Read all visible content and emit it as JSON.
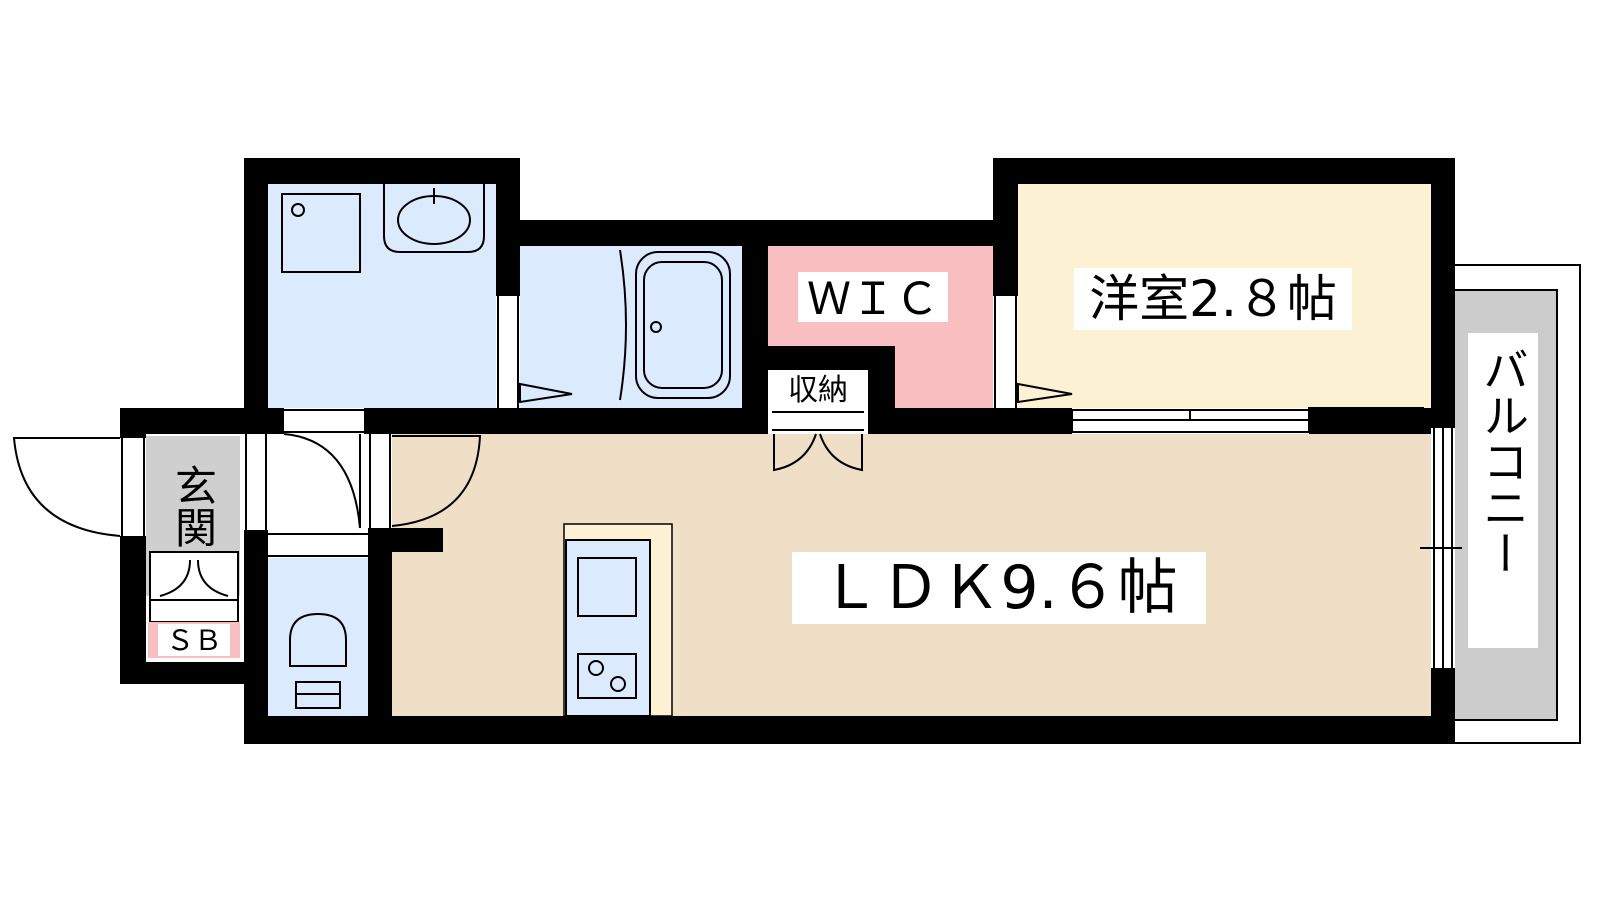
{
  "plan": {
    "rooms": {
      "ldk": {
        "label": "ＬＤＫ9.６帖"
      },
      "western_room": {
        "label": "洋室2.８帖"
      },
      "wic": {
        "label": "ＷＩＣ"
      },
      "storage": {
        "label": "収納"
      },
      "entrance": {
        "label": "玄関"
      },
      "shoe_box": {
        "label": "ＳＢ"
      },
      "balcony": {
        "label": "バルコニー"
      }
    },
    "colors": {
      "wall": "#000000",
      "ldk_floor": "#efdfc6",
      "western_floor": "#fcf1d3",
      "wet_area": "#dbeafd",
      "wic": "#f8bec0",
      "storage_pink": "#f8bec0",
      "entrance_floor": "#cfcfcf",
      "balcony": "#cccccc",
      "kitchen_strip": "#fcf1d3"
    }
  }
}
